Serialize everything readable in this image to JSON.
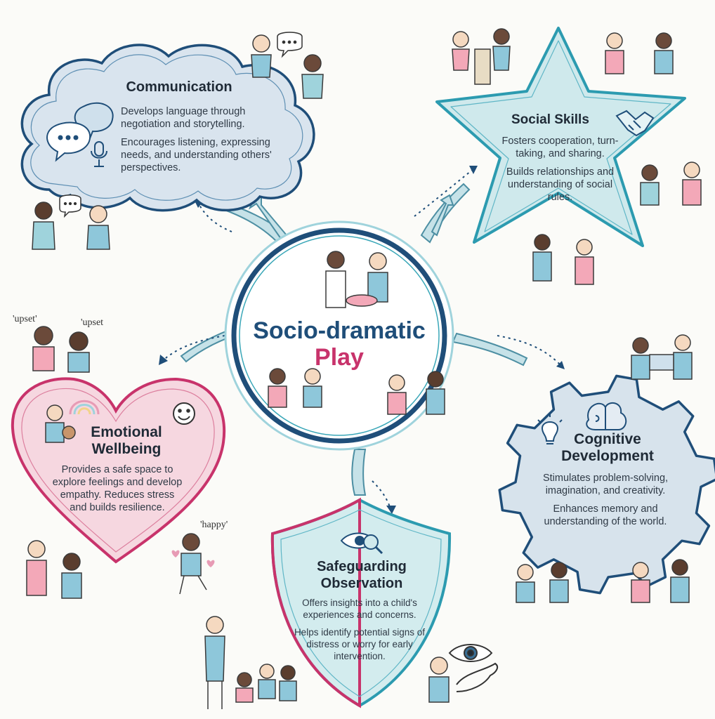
{
  "center": {
    "title_line1": "Socio-dramatic",
    "title_line2": "Play"
  },
  "communication": {
    "title": "Communication",
    "p1": "Develops language through negotiation and storytelling.",
    "p2": "Encourages listening, expressing needs, and understanding others' perspectives."
  },
  "social": {
    "title": "Social Skills",
    "p1": "Fosters cooperation, turn-taking, and sharing.",
    "p2": "Builds relationships and understanding of social rules."
  },
  "emotional": {
    "title_line1": "Emotional",
    "title_line2": "Wellbeing",
    "p1": "Provides a safe space to explore feelings and develop empathy. Reduces stress and builds resilience."
  },
  "cognitive": {
    "title_line1": "Cognitive",
    "title_line2": "Development",
    "p1": "Stimulates problem-solving, imagination, and creativity.",
    "p2": "Enhances memory and understanding of the world."
  },
  "safeguarding": {
    "title_line1": "Safeguarding",
    "title_line2": "Observation",
    "p1": "Offers insights into a child's experiences and concerns.",
    "p2": "Helps identify potential signs of distress or worry for early intervention."
  },
  "labels": {
    "upset_left": "'upset'",
    "upset_right": "'upset",
    "happy": "'happy'"
  },
  "colors": {
    "navy": "#1f4e79",
    "teal": "#3aa7b8",
    "pink": "#c8336b",
    "cloud_fill": "#d9e4ee",
    "star_fill": "#cfe9ec",
    "heart_fill": "#f6d7e0",
    "gear_fill": "#d7e3ec",
    "shield_fill": "#d3ecee"
  }
}
